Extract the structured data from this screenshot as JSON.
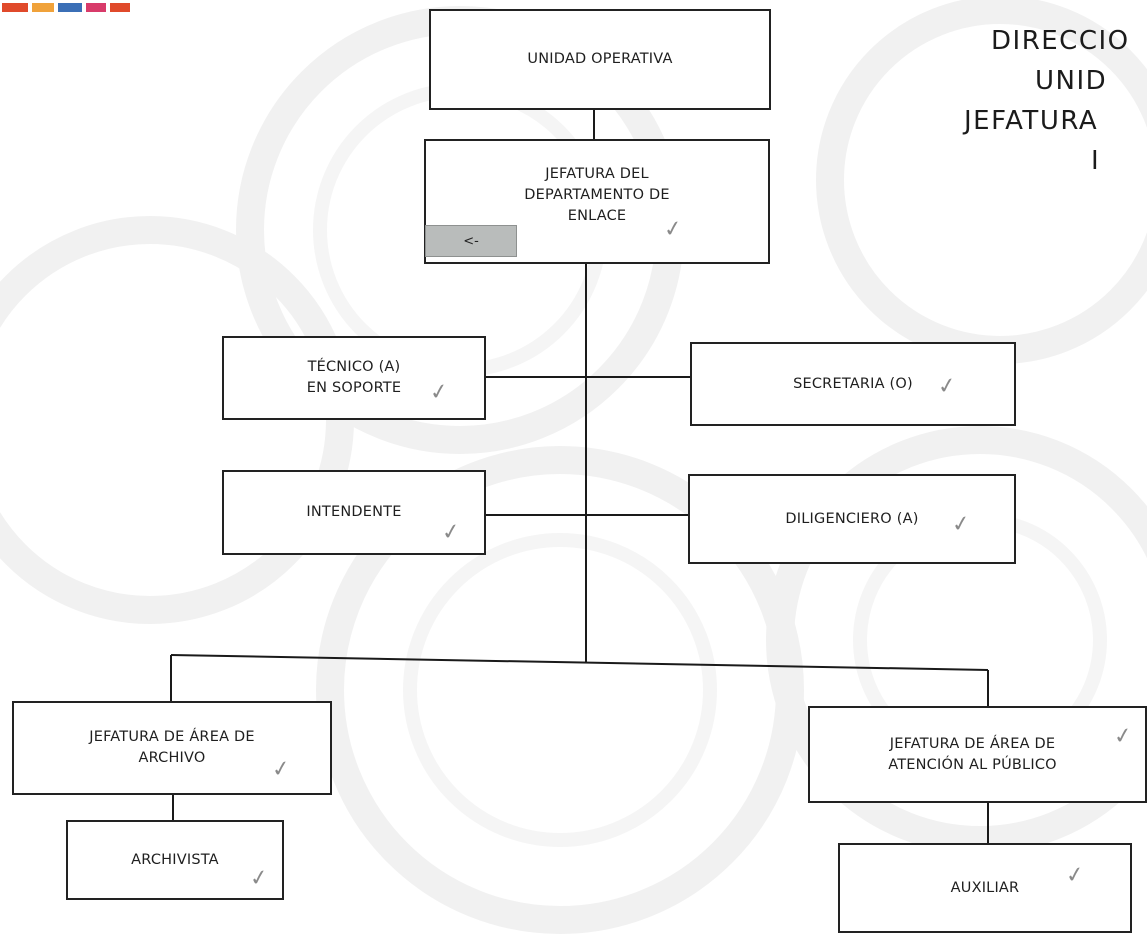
{
  "header": {
    "lines": [
      "DIRECCIO",
      "UNID",
      "JEFATURA",
      "I"
    ]
  },
  "nodes": {
    "unidad_operativa": "UNIDAD OPERATIVA",
    "jefatura_enlace": [
      "JEFATURA DEL",
      "DEPARTAMENTO DE",
      "ENLACE"
    ],
    "tecnico_soporte": [
      "TÉCNICO (A)",
      "EN SOPORTE"
    ],
    "secretaria": "SECRETARIA (O)",
    "intendente": "INTENDENTE",
    "diligenciero": "DILIGENCIERO (A)",
    "jefatura_archivo": [
      "JEFATURA DE ÁREA DE",
      "ARCHIVO"
    ],
    "jefatura_atencion": [
      "JEFATURA DE ÁREA DE",
      "ATENCIÓN AL PÚBLICO"
    ],
    "archivista": "ARCHIVISTA",
    "auxiliar": "AUXILIAR"
  },
  "controls": {
    "back_label": "<-"
  },
  "marks": {
    "check_glyph": "✓"
  },
  "colors": {
    "line": "#1a1a1a",
    "box_border": "#222222",
    "button_bg": "#b9bcbb",
    "logo": [
      "#e04a2b",
      "#f0a23a",
      "#3b6fb6",
      "#d83b6a"
    ]
  }
}
